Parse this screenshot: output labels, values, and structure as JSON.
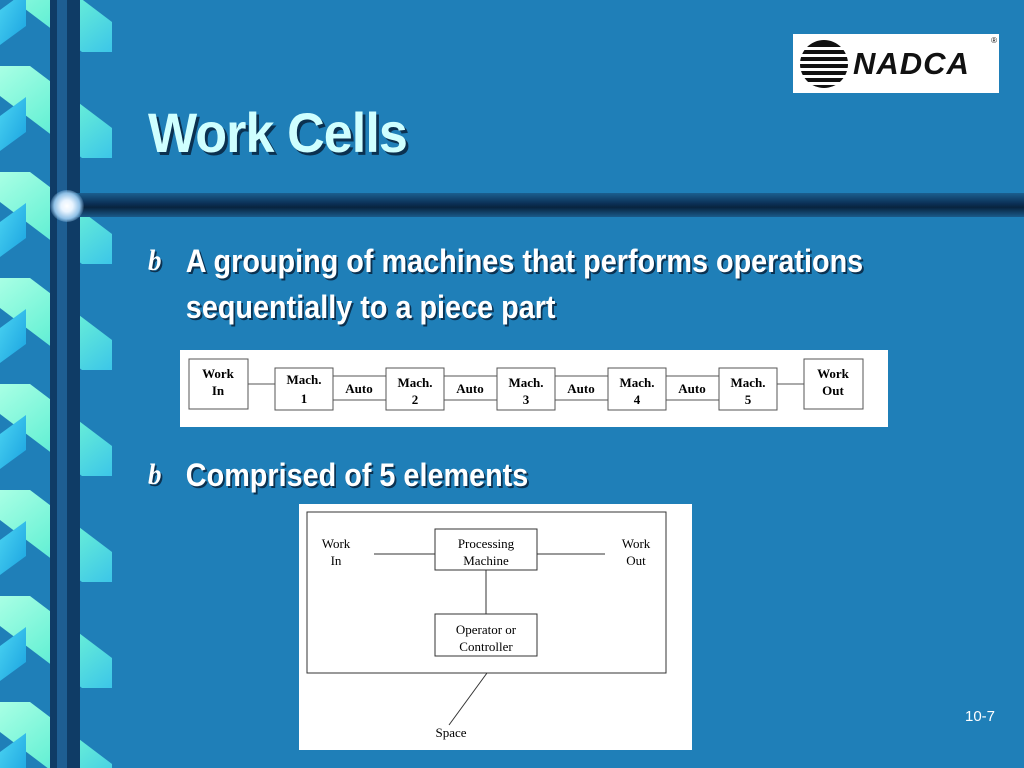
{
  "slide": {
    "title": "Work Cells",
    "page_number": "10-7"
  },
  "logo": {
    "text": "NADCA",
    "registered": "®"
  },
  "bullets": [
    {
      "marker": "b",
      "text": "A grouping of machines that performs operations sequentially to a piece part"
    },
    {
      "marker": "b",
      "text": "Comprised of 5 elements"
    }
  ],
  "flow_diagram": {
    "work_in": [
      "Work",
      "In"
    ],
    "work_out": [
      "Work",
      "Out"
    ],
    "machines": [
      [
        "Mach.",
        "1"
      ],
      [
        "Mach.",
        "2"
      ],
      [
        "Mach.",
        "3"
      ],
      [
        "Mach.",
        "4"
      ],
      [
        "Mach.",
        "5"
      ]
    ],
    "connector_label": "Auto"
  },
  "elements_diagram": {
    "work_in": [
      "Work",
      "In"
    ],
    "work_out": [
      "Work",
      "Out"
    ],
    "processing": [
      "Processing",
      "Machine"
    ],
    "operator": [
      "Operator or",
      "Controller"
    ],
    "space": "Space"
  },
  "colors": {
    "background": "#1f7fb8",
    "title": "#cfffff",
    "ribbon_light": "#7fffd8",
    "ribbon_dark": "#0b2f55"
  }
}
